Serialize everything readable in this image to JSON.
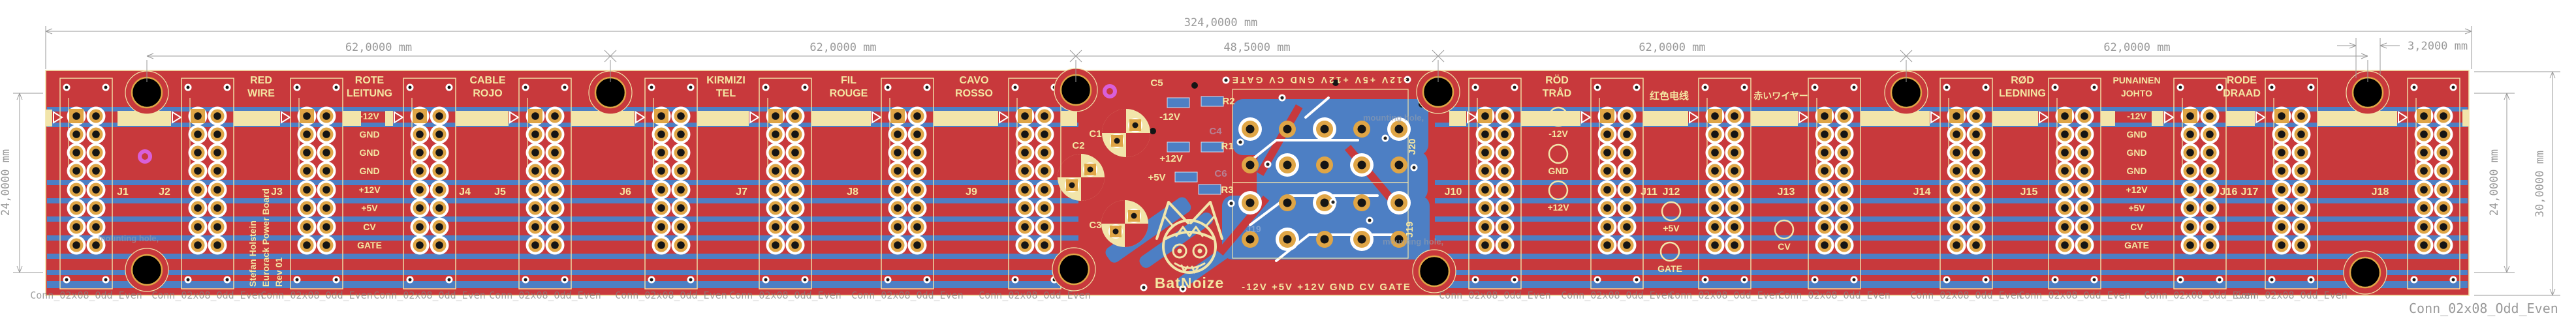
{
  "app": {
    "view": "PCB layout editor canvas"
  },
  "dimensions": {
    "overall": "324,0000 mm",
    "segments": [
      "62,0000 mm",
      "62,0000 mm",
      "48,5000 mm",
      "62,0000 mm",
      "62,0000 mm"
    ],
    "hole_diameter": "3,2000 mm",
    "side_left": "24,0000 mm",
    "side_right_inner": "24,0000 mm",
    "side_right_outer": "30,0000 mm"
  },
  "board": {
    "brand": "BatNoize",
    "title_block": {
      "line1": "Stefan Holstein",
      "line2": "Eurorack Power Board",
      "line3": "Rev 01"
    },
    "footprint_name": "Conn_02x08_Odd_Even",
    "ghost_note": "mounting hole,",
    "power_rails": [
      "-12V",
      "GND",
      "GND",
      "GND",
      "+12V",
      "+5V",
      "CV",
      "GATE"
    ],
    "header_row_top_rotated": "-12V +5V +12V GND CV GATE",
    "header_row_bottom": "-12V  +5V  +12V GND  CV  GATE",
    "connector_refs": [
      "J1",
      "J2",
      "J3",
      "J4",
      "J5",
      "J6",
      "J7",
      "J8",
      "J9",
      "J10",
      "J11",
      "J12",
      "J13",
      "J14",
      "J15",
      "J16",
      "J17",
      "J18"
    ],
    "power_header_refs": {
      "upper": "J20",
      "lower": "J19"
    },
    "language_labels": {
      "english": [
        "RED",
        "WIRE"
      ],
      "german": [
        "ROTE",
        "LEITUNG"
      ],
      "spanish": [
        "CABLE",
        "ROJO"
      ],
      "turkish": [
        "KIRMIZI",
        "TEL"
      ],
      "french": [
        "FIL",
        "ROUGE"
      ],
      "italian": [
        "CAVO",
        "ROSSO"
      ],
      "swedish": [
        "RÖD",
        "TRÅD"
      ],
      "chinese": [
        "红色电线"
      ],
      "japanese": [
        "赤いワイヤー"
      ],
      "danish": [
        "RØD",
        "LEDNING"
      ],
      "finnish": [
        "PUNAINEN",
        "JOHTO"
      ],
      "dutch": [
        "RODE",
        "DRAAD"
      ]
    },
    "testpoints": [
      "-12V",
      "GND",
      "+12V",
      "+5V",
      "GATE",
      "CV"
    ],
    "components": {
      "c1": "C1",
      "c2": "C2",
      "c3": "C3",
      "c4": "C4",
      "c5": "C5",
      "c6": "C6",
      "r1": "R1",
      "r2": "R2",
      "r3": "R3"
    },
    "led_labels": {
      "neg12": "-12V",
      "pos12": "+12V",
      "pos5": "+5V"
    }
  },
  "colors": {
    "board_red": "#c8393c",
    "trace_blue": "#4d7fc4",
    "silk_cream": "#f2e5aa",
    "silk_text": "#f4e6a2",
    "pad_gold": "#dfa546",
    "pad_hole": "#151515",
    "dimension_gray": "#9a9a9a",
    "ghost_gray": "rgba(150,158,172,0.6)",
    "ghost_blue": "rgba(170,190,220,0.55)",
    "via_magenta": "#d95fd9"
  }
}
